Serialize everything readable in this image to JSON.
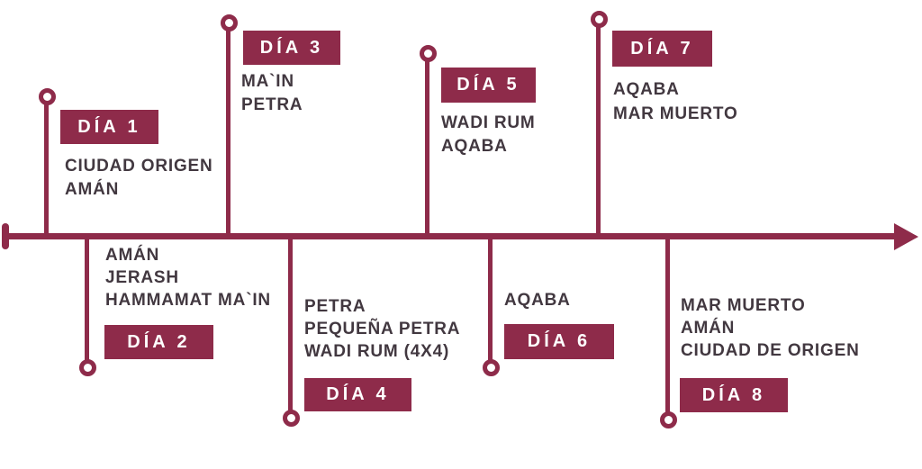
{
  "colors": {
    "accent": "#8e2b4a",
    "place_text": "#423840",
    "day_label_text": "#ffffff",
    "background": "#ffffff"
  },
  "timeline": {
    "type": "horizontal-itinerary",
    "direction": "left-to-right",
    "items": [
      {
        "label": "DÍA 1",
        "side": "above",
        "places": [
          "CIUDAD ORIGEN",
          "AMÁN"
        ]
      },
      {
        "label": "DÍA 2",
        "side": "below",
        "places": [
          "AMÁN",
          "JERASH",
          "HAMMAMAT MA`IN"
        ]
      },
      {
        "label": "DÍA 3",
        "side": "above",
        "places": [
          "MA`IN",
          "PETRA"
        ]
      },
      {
        "label": "DÍA 4",
        "side": "below",
        "places": [
          "PETRA",
          "PEQUEÑA PETRA",
          "WADI RUM (4X4)"
        ]
      },
      {
        "label": "DÍA 5",
        "side": "above",
        "places": [
          "WADI RUM",
          "AQABA"
        ]
      },
      {
        "label": "DÍA 6",
        "side": "below",
        "places": [
          "AQABA"
        ]
      },
      {
        "label": "DÍA 7",
        "side": "above",
        "places": [
          "AQABA",
          "MAR MUERTO"
        ]
      },
      {
        "label": "DÍA 8",
        "side": "below",
        "places": [
          "MAR MUERTO",
          "AMÁN",
          "CIUDAD DE ORIGEN"
        ]
      }
    ]
  }
}
